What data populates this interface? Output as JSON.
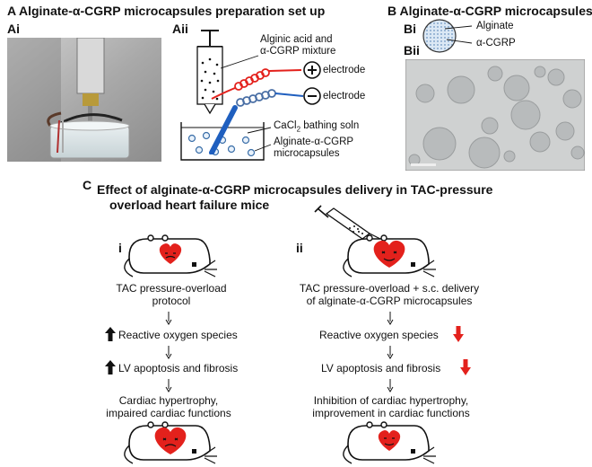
{
  "panel_a": {
    "title": "A  Alginate-α-CGRP microcapsules preparation set up",
    "sub_i": "Ai",
    "sub_ii": "Aii",
    "labels": {
      "mixture_line1": "Alginic acid and",
      "mixture_line2": "α-CGRP mixture",
      "electrode_pos": "electrode",
      "electrode_neg": "electrode",
      "bath": "CaCl",
      "bath_sub": "2",
      "bath_rest": " bathing soln",
      "capsules_line1": "Alginate-α-CGRP",
      "capsules_line2": "microcapsules"
    }
  },
  "panel_b": {
    "title": "B  Alginate-α-CGRP microcapsules",
    "sub_i": "Bi",
    "sub_ii": "Bii",
    "label_alginate": "Alginate",
    "label_cgrp": "α-CGRP"
  },
  "panel_c": {
    "title_line1": "Effect of alginate-α-CGRP microcapsules delivery in TAC-pressure",
    "title_line2": "overload heart failure mice",
    "letter": "C",
    "left": {
      "numeral": "i",
      "step1_line1": "TAC pressure-overload",
      "step1_line2": "protocol",
      "step2": "Reactive oxygen species",
      "step3": "LV apoptosis and fibrosis",
      "step4_line1": "Cardiac hypertrophy,",
      "step4_line2": "impaired cardiac functions"
    },
    "right": {
      "numeral": "ii",
      "step1_line1": "TAC pressure-overload + s.c. delivery",
      "step1_line2": "of alginate-α-CGRP microcapsules",
      "step2": "Reactive oxygen species",
      "step3": "LV apoptosis and fibrosis",
      "step4_line1": "Inhibition of cardiac hypertrophy,",
      "step4_line2": "improvement in cardiac functions"
    }
  },
  "colors": {
    "up_arrow": "#111111",
    "down_arrow": "#e3211c",
    "heart": "#e3211c",
    "wire_red": "#e3211c",
    "wire_blue": "#1f5fbf"
  }
}
